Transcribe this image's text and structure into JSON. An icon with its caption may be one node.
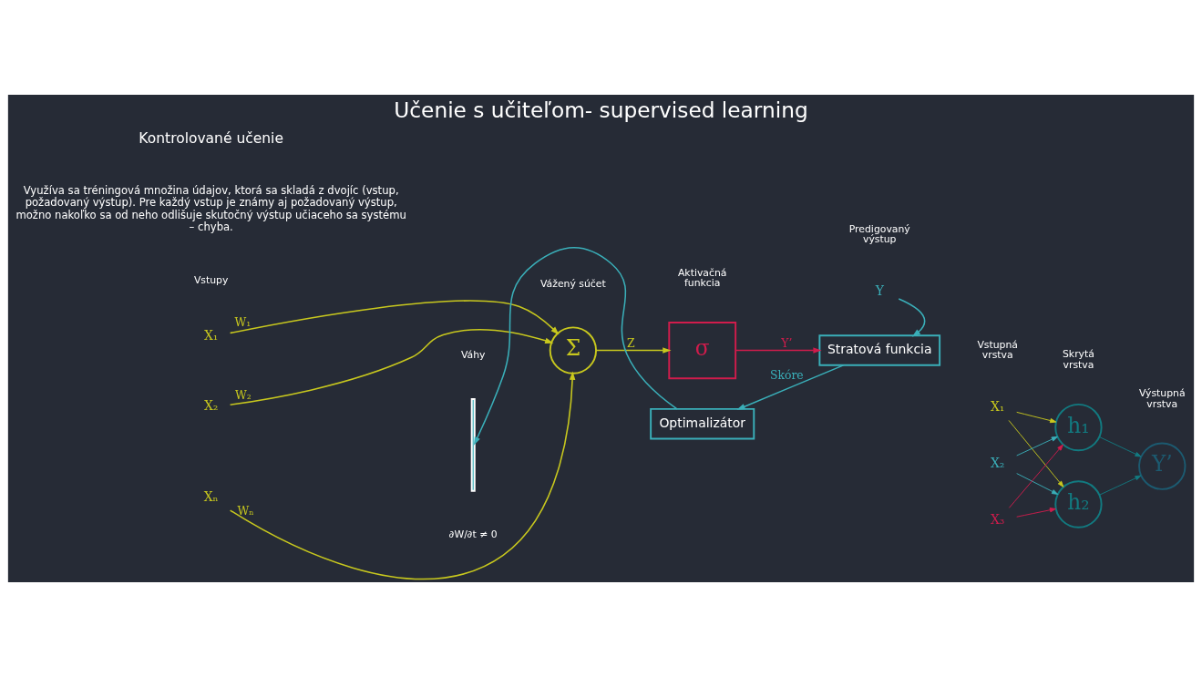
{
  "diagram": {
    "title": "Učenie s učiteľom- supervised learning",
    "nodes": [
      {
        "text": [
          "X₁"
        ]
      },
      {
        "text": [
          "X₂"
        ]
      },
      {
        "text": [
          "Xₙ"
        ]
      },
      {
        "text": [
          "Σ"
        ],
        "beside": [
          "Vážený súčet"
        ]
      },
      {
        "text": [
          "σ"
        ],
        "beside": [
          "Aktivačná funkcia"
        ]
      },
      {
        "text": [
          "Y"
        ]
      },
      {
        "text": [
          "Stratová funkcia"
        ]
      },
      {
        "text": [
          "Optimalizátor"
        ]
      },
      {
        "text": [],
        "shape": "bar"
      },
      {
        "text": [
          "X₁"
        ]
      },
      {
        "text": [
          "X₂"
        ]
      },
      {
        "text": [
          "X₃"
        ]
      },
      {
        "text": [
          "h₁"
        ]
      },
      {
        "text": [
          "h₂"
        ]
      },
      {
        "text": [
          "Y’"
        ]
      }
    ],
    "edges": [
      {
        "from": 0,
        "to": 3,
        "arrow": "to",
        "label": "W₁",
        "color": "#c8c81e"
      },
      {
        "from": 1,
        "to": 3,
        "arrow": "to",
        "label": "W₂",
        "color": "#c8c81e"
      },
      {
        "from": 2,
        "to": 3,
        "arrow": "to",
        "label": "Wₙ",
        "color": "#c8c81e"
      },
      {
        "from": 3,
        "to": 4,
        "arrow": "to",
        "label": "Z",
        "color": "#c8c81e"
      },
      {
        "from": 4,
        "to": 6,
        "arrow": "to",
        "label": "Y’",
        "color": "#d01c4c"
      },
      {
        "from": 5,
        "to": 6,
        "arrow": "to",
        "color": "#3aafb9"
      },
      {
        "from": 6,
        "to": 7,
        "arrow": "to",
        "label": "Skóre",
        "color": "#3aafb9"
      },
      {
        "from": 7,
        "to": 8,
        "arrow": "to",
        "color": "#3aafb9"
      },
      {
        "from": 9,
        "to": 12,
        "arrow": "to",
        "color": "#c8c81e"
      },
      {
        "from": 9,
        "to": 13,
        "arrow": "to",
        "color": "#c8c81e"
      },
      {
        "from": 10,
        "to": 12,
        "arrow": "to",
        "color": "#3aafb9"
      },
      {
        "from": 10,
        "to": 13,
        "arrow": "to",
        "color": "#3aafb9"
      },
      {
        "from": 11,
        "to": 12,
        "arrow": "to",
        "color": "#d01c4c"
      },
      {
        "from": 11,
        "to": 13,
        "arrow": "to",
        "color": "#d01c4c"
      },
      {
        "from": 12,
        "to": 14,
        "arrow": "to",
        "color": "#127a80"
      },
      {
        "from": 13,
        "to": 14,
        "arrow": "to",
        "color": "#127a80"
      }
    ],
    "labels": [
      "Kontrolované učenie",
      "Využíva sa tréningová množina údajov, ktorá sa skladá z dvojíc (vstup, požadovaný výstup). Pre každý vstup je známy aj požadovaný výstup, možno nakoľko sa od neho odlišuje skutočný výstup učiaceho sa systému – chyba.",
      "Vstupná vrstva",
      "Váhy",
      "Skrytá vrstva",
      "Predigovaný výstup",
      "Výstupná vrstva",
      "Vstupy",
      "∂W/∂t ≠ 0"
    ]
  }
}
